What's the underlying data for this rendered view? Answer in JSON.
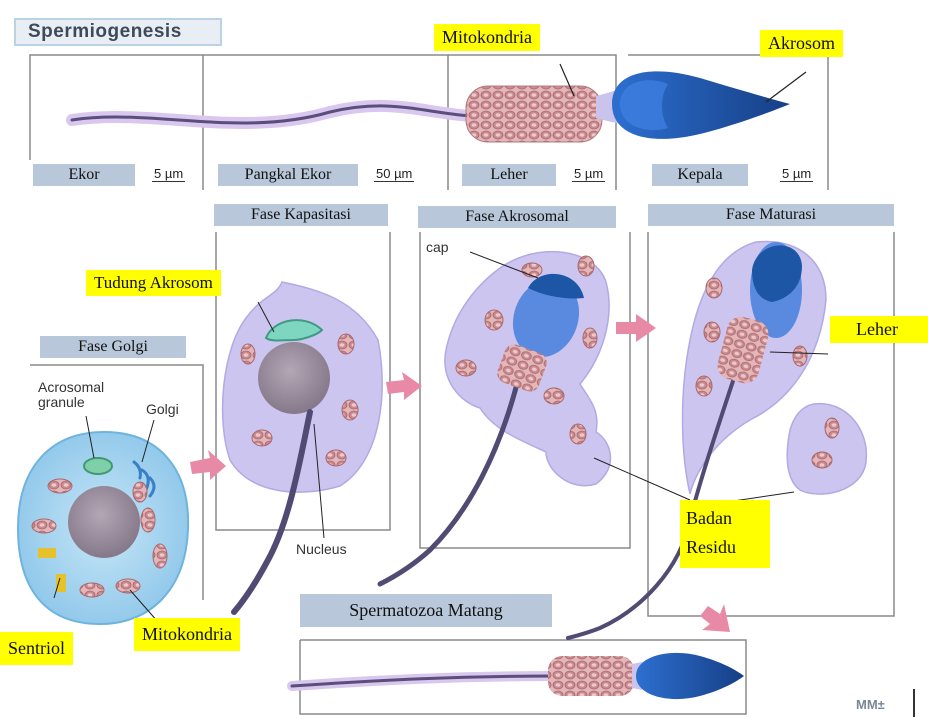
{
  "title": "Spermiogenesis",
  "top_labels": {
    "mitokondria": "Mitokondria",
    "akrosom": "Akrosom"
  },
  "segments": [
    {
      "label": "Ekor",
      "scale": "5 µm"
    },
    {
      "label": "Pangkal Ekor",
      "scale": "50 µm"
    },
    {
      "label": "Leher",
      "scale": "5 µm"
    },
    {
      "label": "Kepala",
      "scale": "5 µm"
    }
  ],
  "phases": {
    "kapasitasi": "Fase Kapasitasi",
    "akrosomal": "Fase Akrosomal",
    "maturasi": "Fase Maturasi",
    "golgi": "Fase Golgi"
  },
  "labels": {
    "tudung_akrosom": "Tudung Akrosom",
    "leher": "Leher",
    "badan_residu": "Badan Residu",
    "sentriol": "Sentriol",
    "mitokondria_bottom": "Mitokondria",
    "spermatozoa_matang": "Spermatozoa Matang",
    "acrosomal_granule": "Acrosomal granule",
    "golgi": "Golgi",
    "cap": "cap",
    "nucleus": "Nucleus"
  },
  "logo": "MM±",
  "colors": {
    "cytoplasm": "#c9c3ee",
    "tail": "#514b73",
    "head_dark": "#1e56a6",
    "head_light": "#5a8ae0",
    "mitochondria": "#c98a8f",
    "golgi_cell": "#a9d6ef",
    "label_yellow": "#ffff00",
    "label_blue": "#b8c8da",
    "arrow_pink": "#e88aa6"
  }
}
